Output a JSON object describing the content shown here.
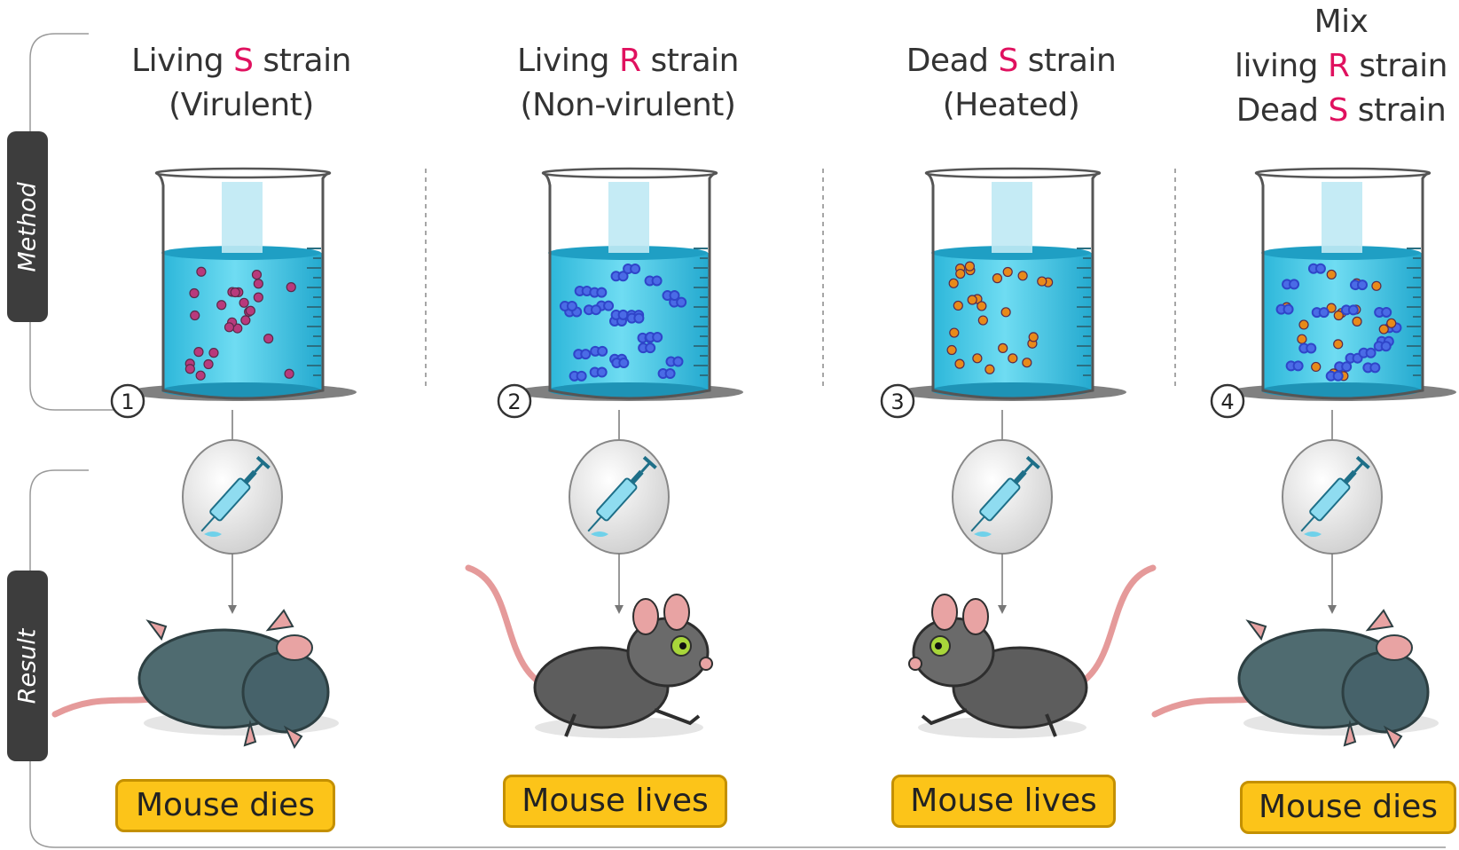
{
  "sections": {
    "method_label": "Method",
    "result_label": "Result"
  },
  "columns": [
    {
      "number": "1",
      "title_lines": [
        {
          "pre": "Living ",
          "hl": "S",
          "post": " strain"
        },
        {
          "pre": "(Virulent)",
          "hl": "",
          "post": ""
        }
      ],
      "bacteria": "living-S",
      "mouse_state": "dead",
      "result": "Mouse dies"
    },
    {
      "number": "2",
      "title_lines": [
        {
          "pre": "Living ",
          "hl": "R",
          "post": " strain"
        },
        {
          "pre": "(Non-virulent)",
          "hl": "",
          "post": ""
        }
      ],
      "bacteria": "living-R",
      "mouse_state": "alive",
      "result": "Mouse lives"
    },
    {
      "number": "3",
      "title_lines": [
        {
          "pre": "Dead ",
          "hl": "S",
          "post": " strain"
        },
        {
          "pre": "(Heated)",
          "hl": "",
          "post": ""
        }
      ],
      "bacteria": "dead-S",
      "mouse_state": "alive",
      "result": "Mouse lives"
    },
    {
      "number": "4",
      "title_lines": [
        {
          "pre": "Mix",
          "hl": "",
          "post": ""
        },
        {
          "pre": "living ",
          "hl": "R",
          "post": " strain"
        },
        {
          "pre": "Dead ",
          "hl": "S",
          "post": " strain"
        }
      ],
      "bacteria": "mix",
      "mouse_state": "dead",
      "result": "Mouse dies"
    }
  ],
  "colors": {
    "highlight": "#e0115f",
    "liquid": "#3cc6e6",
    "result_box": "#fcc419",
    "mouse": "#4f6b70",
    "living_s_cell": "#b83a7c",
    "r_cell": "#2f45c9",
    "dead_s_cell": "#e88a1a"
  },
  "icons": {
    "injection": "syringe-icon",
    "beaker": "beaker-icon",
    "mouse": "mouse-icon"
  }
}
